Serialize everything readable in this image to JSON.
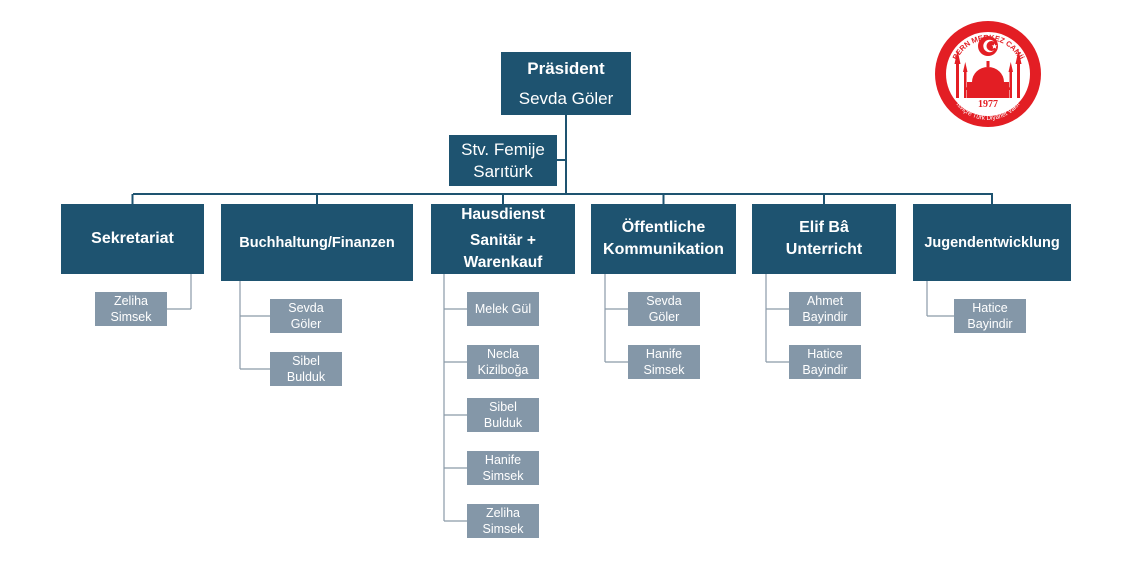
{
  "president": {
    "title": "Präsident",
    "name": "Sevda Göler"
  },
  "deputy": {
    "line1": "Stv. Femije",
    "line2": "Sarıtürk"
  },
  "departments": [
    {
      "lines": [
        "Sekretariat"
      ],
      "members": [
        [
          "Zeliha",
          "Simsek"
        ]
      ]
    },
    {
      "lines": [
        "Buchhaltung/Finanzen"
      ],
      "members": [
        [
          "Sevda",
          "Göler"
        ],
        [
          "Sibel",
          "Bulduk"
        ]
      ]
    },
    {
      "lines": [
        "Hausdienst",
        "Sanitär +",
        "Warenkauf"
      ],
      "members": [
        [
          "Melek Gül"
        ],
        [
          "Necla",
          "Kizilboğa"
        ],
        [
          "Sibel",
          "Bulduk"
        ],
        [
          "Hanife",
          "Simsek"
        ],
        [
          "Zeliha",
          "Simsek"
        ]
      ]
    },
    {
      "lines": [
        "Öffentliche",
        "Kommunikation"
      ],
      "members": [
        [
          "Sevda",
          "Göler"
        ],
        [
          "Hanife",
          "Simsek"
        ]
      ]
    },
    {
      "lines": [
        "Elif Bâ",
        "Unterricht"
      ],
      "members": [
        [
          "Ahmet",
          "Bayindir"
        ],
        [
          "Hatice",
          "Bayindir"
        ]
      ]
    },
    {
      "lines": [
        "Jugendentwicklung"
      ],
      "members": [
        [
          "Hatice",
          "Bayindir"
        ]
      ]
    }
  ],
  "logo": {
    "top_text": "BERN MERKEZ CAMİİ",
    "year": "1977",
    "bottom_text": "İsviçre Türk Diyanet Vakfı"
  },
  "colors": {
    "dark_box": "#1e5370",
    "light_box": "#8497a8",
    "connector": "#1e5370",
    "member_connector": "#8a9aa8",
    "logo_red": "#e31e24"
  }
}
